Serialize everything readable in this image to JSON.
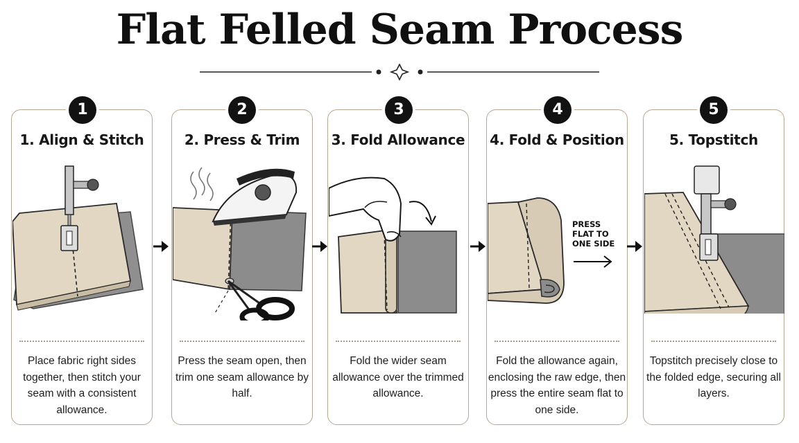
{
  "title": "Flat Felled Seam Process",
  "steps": [
    {
      "number": "1",
      "title": "1. Align & Stitch",
      "description": "Place fabric right sides together, then stitch your seam with a consistent allowance."
    },
    {
      "number": "2",
      "title": "2. Press & Trim",
      "description": "Press the seam open, then trim one seam allowance by half."
    },
    {
      "number": "3",
      "title": "3. Fold Allowance",
      "description": "Fold the wider seam allowance over the trimmed allowance."
    },
    {
      "number": "4",
      "title": "4. Fold & Position",
      "description": "Fold the allowance again, enclosing the raw edge, then press the entire seam flat to one side.",
      "annotation": [
        "PRESS",
        "FLAT TO",
        "ONE SIDE"
      ]
    },
    {
      "number": "5",
      "title": "5. Topstitch",
      "description": "Topstitch precisely close to the folded edge, securing all layers."
    }
  ],
  "colors": {
    "fabric_light": "#e2d7c3",
    "fabric_dark": "#8f8f8f",
    "card_border": "#b7a792",
    "ink": "#121212"
  }
}
